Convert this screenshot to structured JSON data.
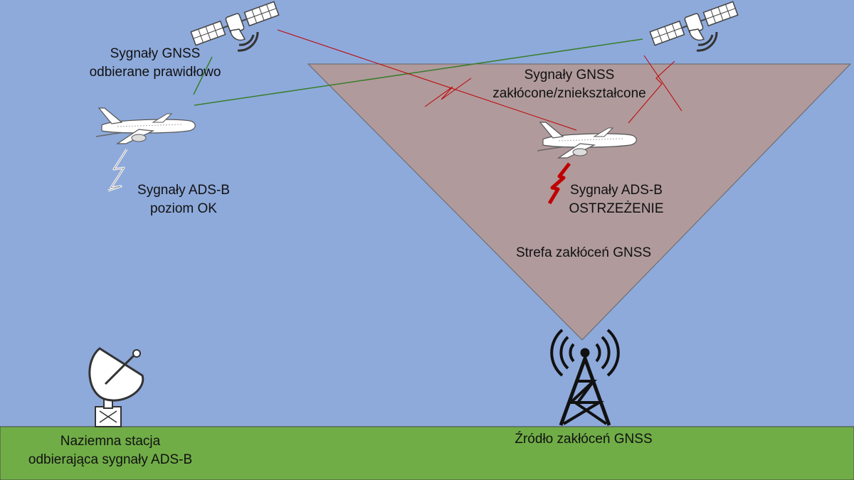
{
  "labels": {
    "gnss_ok": [
      "Sygnały GNSS",
      "odbierane prawidłowo"
    ],
    "gnss_disturbed": [
      "Sygnały GNSS",
      "zakłócone/zniekształcone"
    ],
    "adsb_ok": [
      "Sygnały ADS-B",
      "poziom OK"
    ],
    "adsb_warning": [
      "Sygnały ADS-B",
      "OSTRZEŻENIE"
    ],
    "zone": "Strefa zakłóceń GNSS",
    "ground_station": [
      "Naziemna stacja",
      "odbierająca sygnały ADS-B"
    ],
    "jammer_source": "Źródło zakłóceń GNSS"
  },
  "colors": {
    "sky": "#8eaadb",
    "ground": "#70ad47",
    "zone": "#b09a9c",
    "signal_ok": "#3a7d2a",
    "signal_bad": "#c00000"
  },
  "icons": [
    "satellite-icon",
    "airplane-icon",
    "radar-dish-icon",
    "radio-tower-icon"
  ]
}
